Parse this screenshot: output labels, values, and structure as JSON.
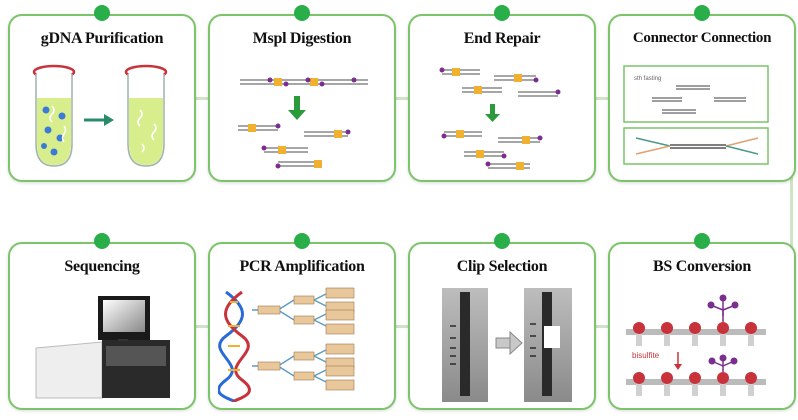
{
  "steps": [
    {
      "id": "gdna",
      "title": "gDNA Purification"
    },
    {
      "id": "mspl",
      "title": "Mspl Digestion"
    },
    {
      "id": "end-repair",
      "title": "End Repair"
    },
    {
      "id": "connector",
      "title": "Connector Connection"
    },
    {
      "id": "sequencing",
      "title": "Sequencing"
    },
    {
      "id": "pcr",
      "title": "PCR Amplification"
    },
    {
      "id": "clip",
      "title": "Clip Selection"
    },
    {
      "id": "bs",
      "title": "BS Conversion"
    }
  ],
  "labels": {
    "bisulfite": "bisulfite",
    "connector_panel": "sth fasting"
  },
  "colors": {
    "border": "#7cc46a",
    "node": "#2aae4a",
    "connector": "#cfe4c6",
    "purple": "#7a2f8e",
    "orange": "#f0b030",
    "red": "#c8323a"
  }
}
